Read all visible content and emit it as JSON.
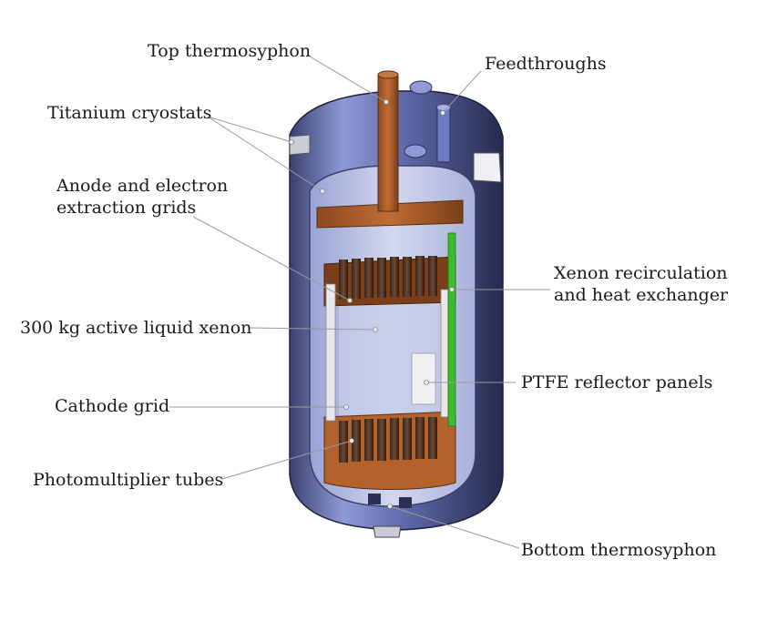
{
  "labels": {
    "top_thermosyphon": "Top thermosyphon",
    "feedthroughs": "Feedthroughs",
    "titanium_cryostats": "Titanium cryostats",
    "anode_line1": "Anode and electron",
    "anode_line2": "extraction grids",
    "xenon_recirc_line1": "Xenon recirculation",
    "xenon_recirc_line2": "and heat exchanger",
    "active_xenon": "300 kg active liquid xenon",
    "ptfe_panels": "PTFE reflector panels",
    "cathode_grid": "Cathode grid",
    "pmts": "Photomultiplier tubes",
    "bottom_thermosyphon": "Bottom thermosyphon"
  },
  "colors": {
    "copper": "#b4622c",
    "copper_dark": "#7a3f1a",
    "vessel": "#7a88c8",
    "vessel_dark": "#2b2f55",
    "liquid_xenon": "#c6cde8",
    "green_tube": "#3dbb2e",
    "ptfe": "#e8e8ec",
    "leader_line": "#9a9a9a"
  }
}
